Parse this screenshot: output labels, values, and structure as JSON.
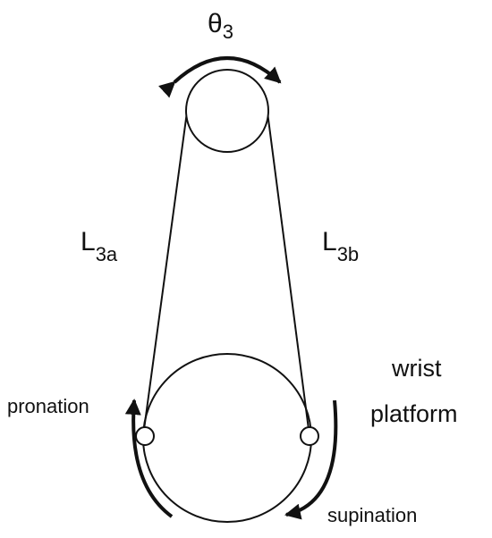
{
  "theta": {
    "symbol": "θ",
    "subscript": "3"
  },
  "left_cable": {
    "letter": "L",
    "subscript": "3a"
  },
  "right_cable": {
    "letter": "L",
    "subscript": "3b"
  },
  "platform": {
    "line1": "wrist",
    "line2": "platform"
  },
  "rotation": {
    "pronation": "pronation",
    "supination": "supination"
  }
}
